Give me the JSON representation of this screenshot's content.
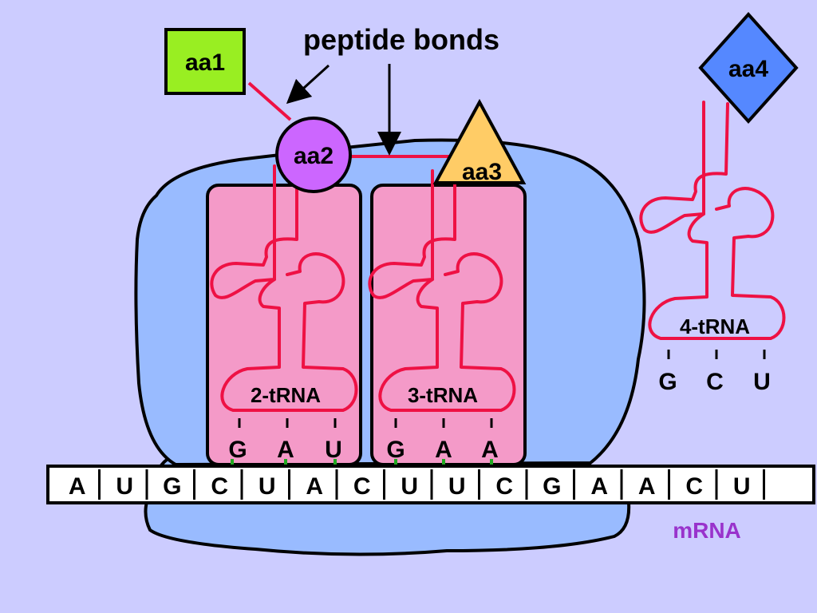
{
  "title": "peptide bonds",
  "amino_acids": {
    "aa1": "aa1",
    "aa2": "aa2",
    "aa3": "aa3",
    "aa4": "aa4"
  },
  "trnas": [
    {
      "label": "2-tRNA",
      "anticodon": [
        "G",
        "A",
        "U"
      ]
    },
    {
      "label": "3-tRNA",
      "anticodon": [
        "G",
        "A",
        "A"
      ]
    },
    {
      "label": "4-tRNA",
      "anticodon": [
        "G",
        "C",
        "U"
      ]
    }
  ],
  "mrna": {
    "label": "mRNA",
    "bases": [
      "A",
      "U",
      "G",
      "C",
      "U",
      "A",
      "C",
      "U",
      "U",
      "C",
      "G",
      "A",
      "A",
      "C",
      "U"
    ]
  },
  "colors": {
    "background": "#ccccff",
    "ribosome": "#99bbff",
    "trna_site": "#f49ac8",
    "trna_strand": "#ee1144",
    "aa1": "#99ee22",
    "aa2": "#cc66ff",
    "aa3": "#ffcc66",
    "aa4": "#5588ff",
    "mrna_label": "#9933cc",
    "pairing": "#22aa22"
  }
}
